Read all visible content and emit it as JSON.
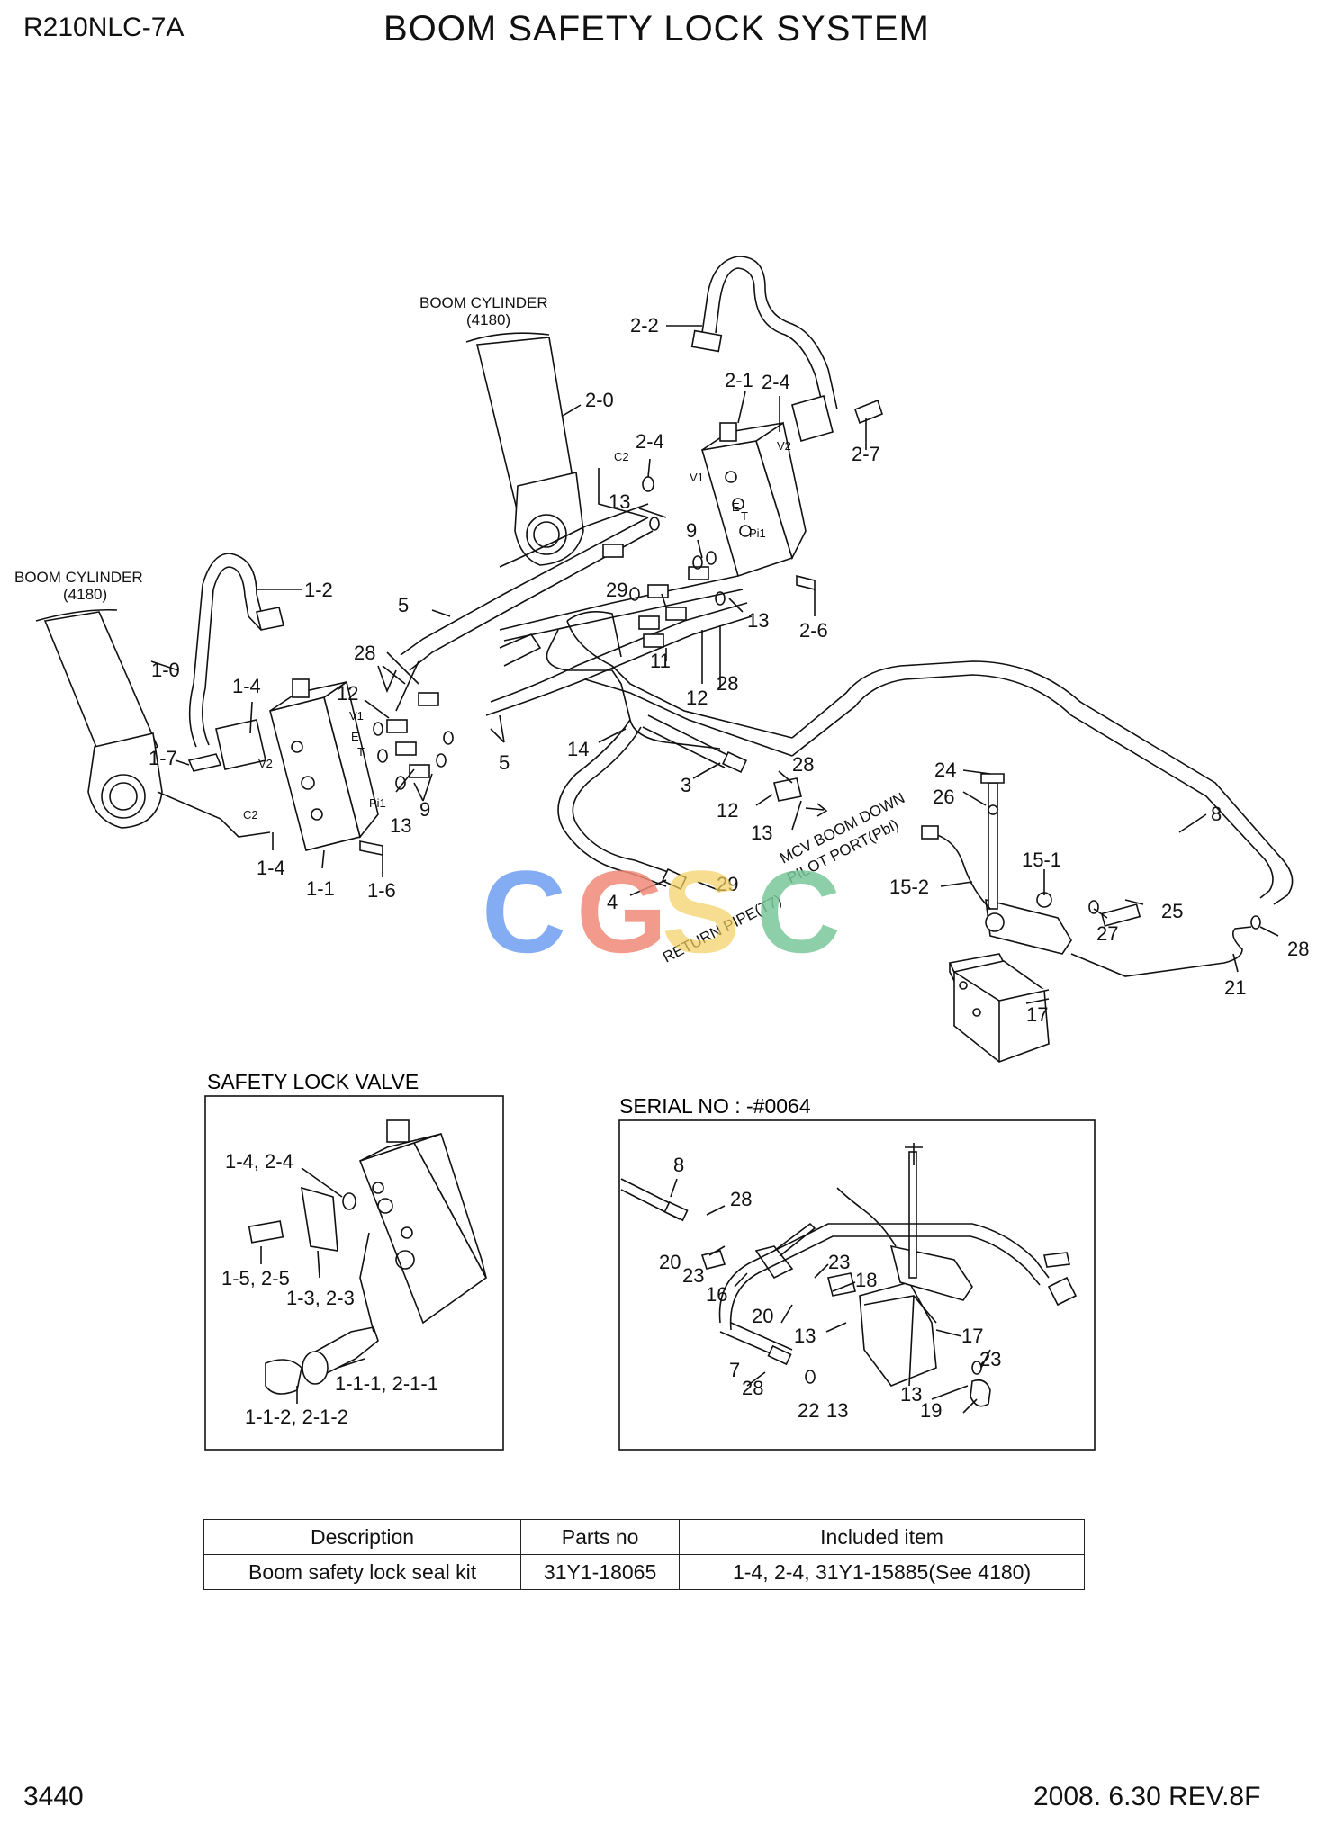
{
  "header": {
    "model": "R210NLC-7A",
    "title": "BOOM SAFETY LOCK SYSTEM"
  },
  "footer": {
    "page": "3440",
    "date_rev": "2008. 6.30  REV.8F"
  },
  "main_diagram": {
    "boom_cylinder_right": {
      "name": "BOOM CYLINDER",
      "ref": "(4180)"
    },
    "boom_cylinder_left": {
      "name": "BOOM CYLINDER",
      "ref": "(4180)"
    },
    "port_labels": {
      "v1": "V1",
      "v2": "V2",
      "c2": "C2",
      "e": "E",
      "t": "T",
      "pi1": "Pi1"
    },
    "notes": {
      "return_pipe": "RETURN PIPE(T7)",
      "mcv_boom_down": "MCV BOOM DOWN",
      "pilot_port": "PILOT PORT(Pbl)"
    },
    "callouts": {
      "c2_2": "2-2",
      "c2_0": "2-0",
      "c2_1": "2-1",
      "c2_4a": "2-4",
      "c2_4b": "2-4",
      "c2_7": "2-7",
      "c2_6": "2-6",
      "c13a": "13",
      "c9a": "9",
      "c29": "29",
      "c13b": "13",
      "c11": "11",
      "c12a": "12",
      "c28a": "28",
      "c5a": "5",
      "c28b": "28",
      "c12b": "12",
      "c1_2": "1-2",
      "c1_0": "1-0",
      "c1_4a": "1-4",
      "c1_7": "1-7",
      "c1_4b": "1-4",
      "c1_1": "1-1",
      "c1_6": "1-6",
      "c13c": "13",
      "c9b": "9",
      "c5b": "5",
      "c14": "14",
      "c3": "3",
      "c28c": "28",
      "c12c": "12",
      "c13d": "13",
      "c4": "4",
      "c29b": "29",
      "c8": "8",
      "c24": "24",
      "c26": "26",
      "c15_1": "15-1",
      "c15_2": "15-2",
      "c25": "25",
      "c27": "27",
      "c21": "21",
      "c28d": "28",
      "c17": "17"
    }
  },
  "inset_valve": {
    "title": "SAFETY LOCK VALVE",
    "callouts": {
      "a": "1-4, 2-4",
      "b": "1-5, 2-5",
      "c": "1-3, 2-3",
      "d": "1-1-1, 2-1-1",
      "e": "1-1-2, 2-1-2"
    }
  },
  "inset_serial": {
    "title": "SERIAL NO : -#0064",
    "callouts": {
      "c8": "8",
      "c28a": "28",
      "c20a": "20",
      "c23a": "23",
      "c16": "16",
      "c23b": "23",
      "c18": "18",
      "c20b": "20",
      "c13a": "13",
      "c17": "17",
      "c23c": "23",
      "c7": "7",
      "c28b": "28",
      "c22": "22",
      "c13b": "13",
      "c13c": "13",
      "c19": "19"
    }
  },
  "kit_table": {
    "headers": [
      "Description",
      "Parts no",
      "Included item"
    ],
    "rows": [
      [
        "Boom safety lock seal kit",
        "31Y1-18065",
        "1-4, 2-4, 31Y1-15885(See 4180)"
      ]
    ]
  },
  "watermark": {
    "letters": [
      "C",
      "G",
      "S",
      "C"
    ],
    "colors": [
      "#6f9ef0",
      "#f08a7a",
      "#f4d060",
      "#78c79a"
    ]
  }
}
